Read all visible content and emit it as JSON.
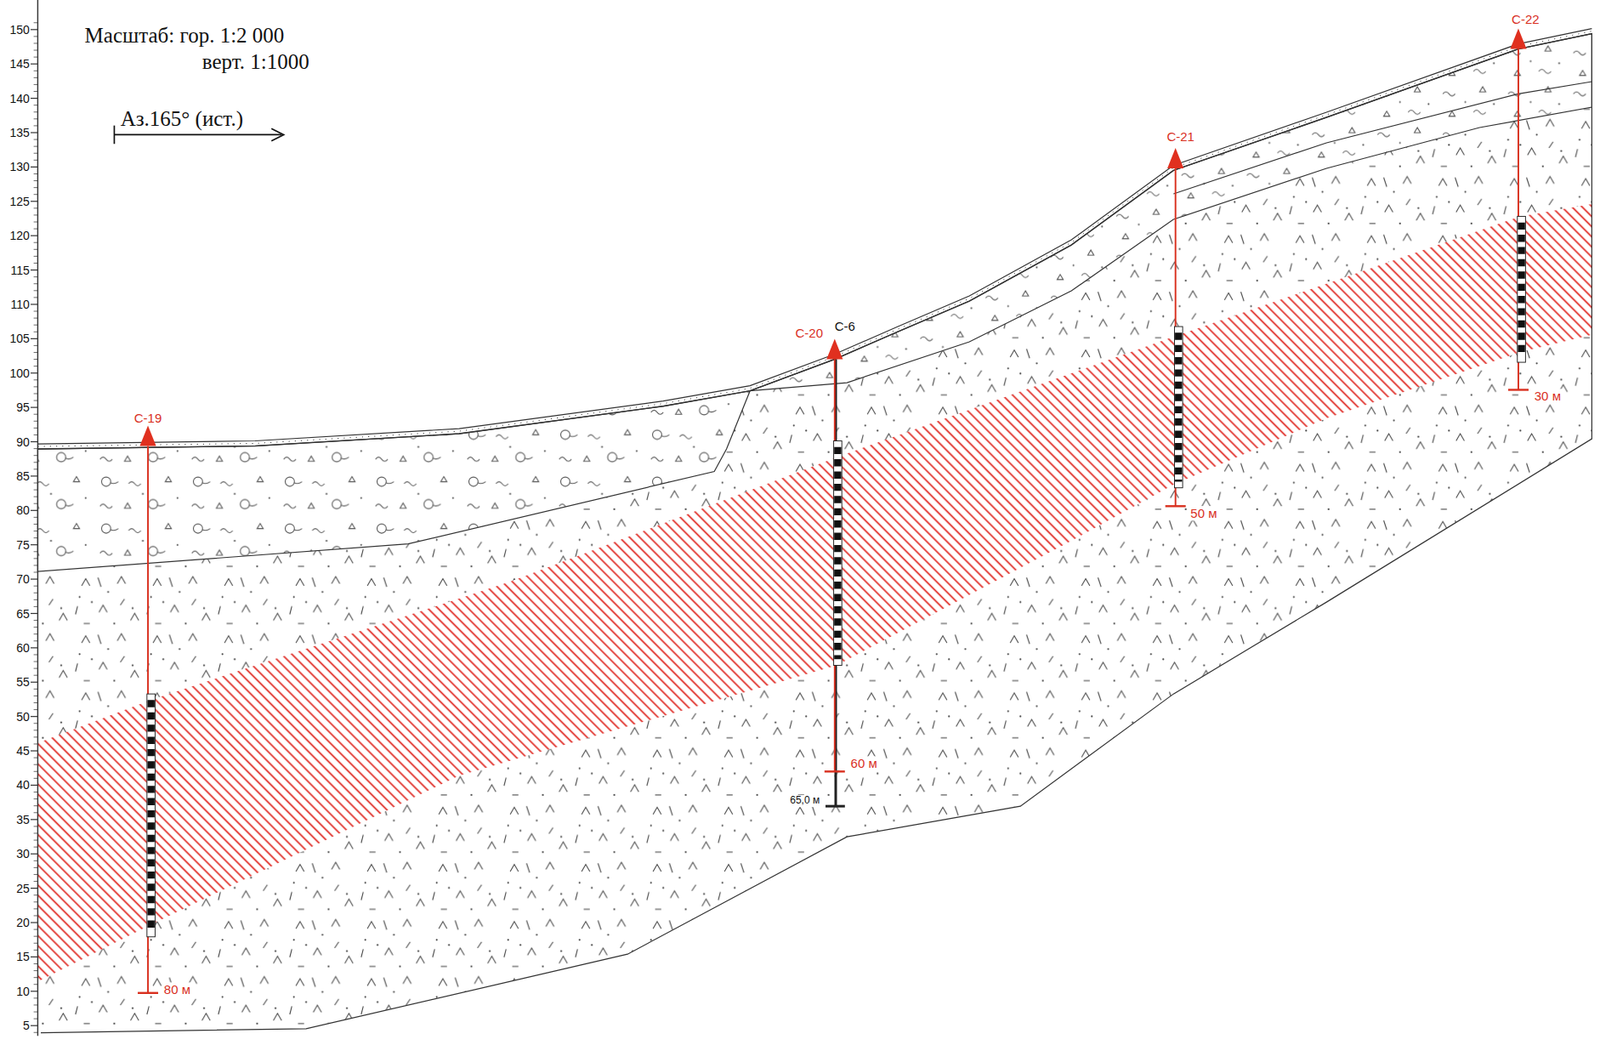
{
  "diagram": {
    "labels": [
      "Масштаб: гор. 1:2 000",
      "верт. 1:1000",
      "Аз.165° (ист.)",
      "С-19",
      "80 м",
      "С-20",
      "С-6",
      "60 м",
      "65,0 м",
      "С-21",
      "50 м",
      "С-22",
      "30 м",
      "150",
      "145",
      "140",
      "135",
      "130",
      "125",
      "120",
      "115",
      "110",
      "105",
      "100",
      "95",
      "90",
      "85",
      "80",
      "75",
      "70",
      "65",
      "60",
      "55",
      "50",
      "45",
      "40",
      "35",
      "30",
      "25",
      "20",
      "15",
      "10",
      "5"
    ]
  }
}
